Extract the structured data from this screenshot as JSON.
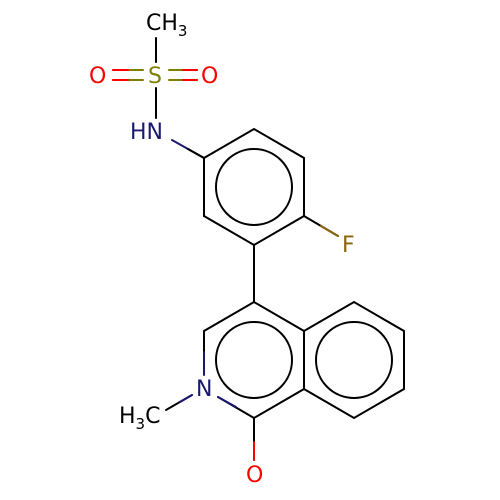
{
  "atoms": {
    "methyl_top": {
      "text": "CH",
      "sub": "3",
      "color": "#000000"
    },
    "sulfur": {
      "text": "S",
      "color": "#808000"
    },
    "oxygen_left": {
      "text": "O",
      "color": "#ff0000"
    },
    "oxygen_right": {
      "text": "O",
      "color": "#ff0000"
    },
    "nh": {
      "text": "HN",
      "color": "#191970"
    },
    "fluorine": {
      "text": "F",
      "color": "#8b6508"
    },
    "ring_n": {
      "text": "N",
      "color": "#191970"
    },
    "methyl_n": {
      "text": "H",
      "sub": "3",
      "tail": "C",
      "color": "#000000"
    },
    "carbonyl_o": {
      "text": "O",
      "color": "#ff0000"
    }
  },
  "colors": {
    "bond": "#000000",
    "n_blue": "#191970",
    "o_red": "#ff0000",
    "s_olive": "#808000",
    "f_gold": "#8b6508"
  }
}
